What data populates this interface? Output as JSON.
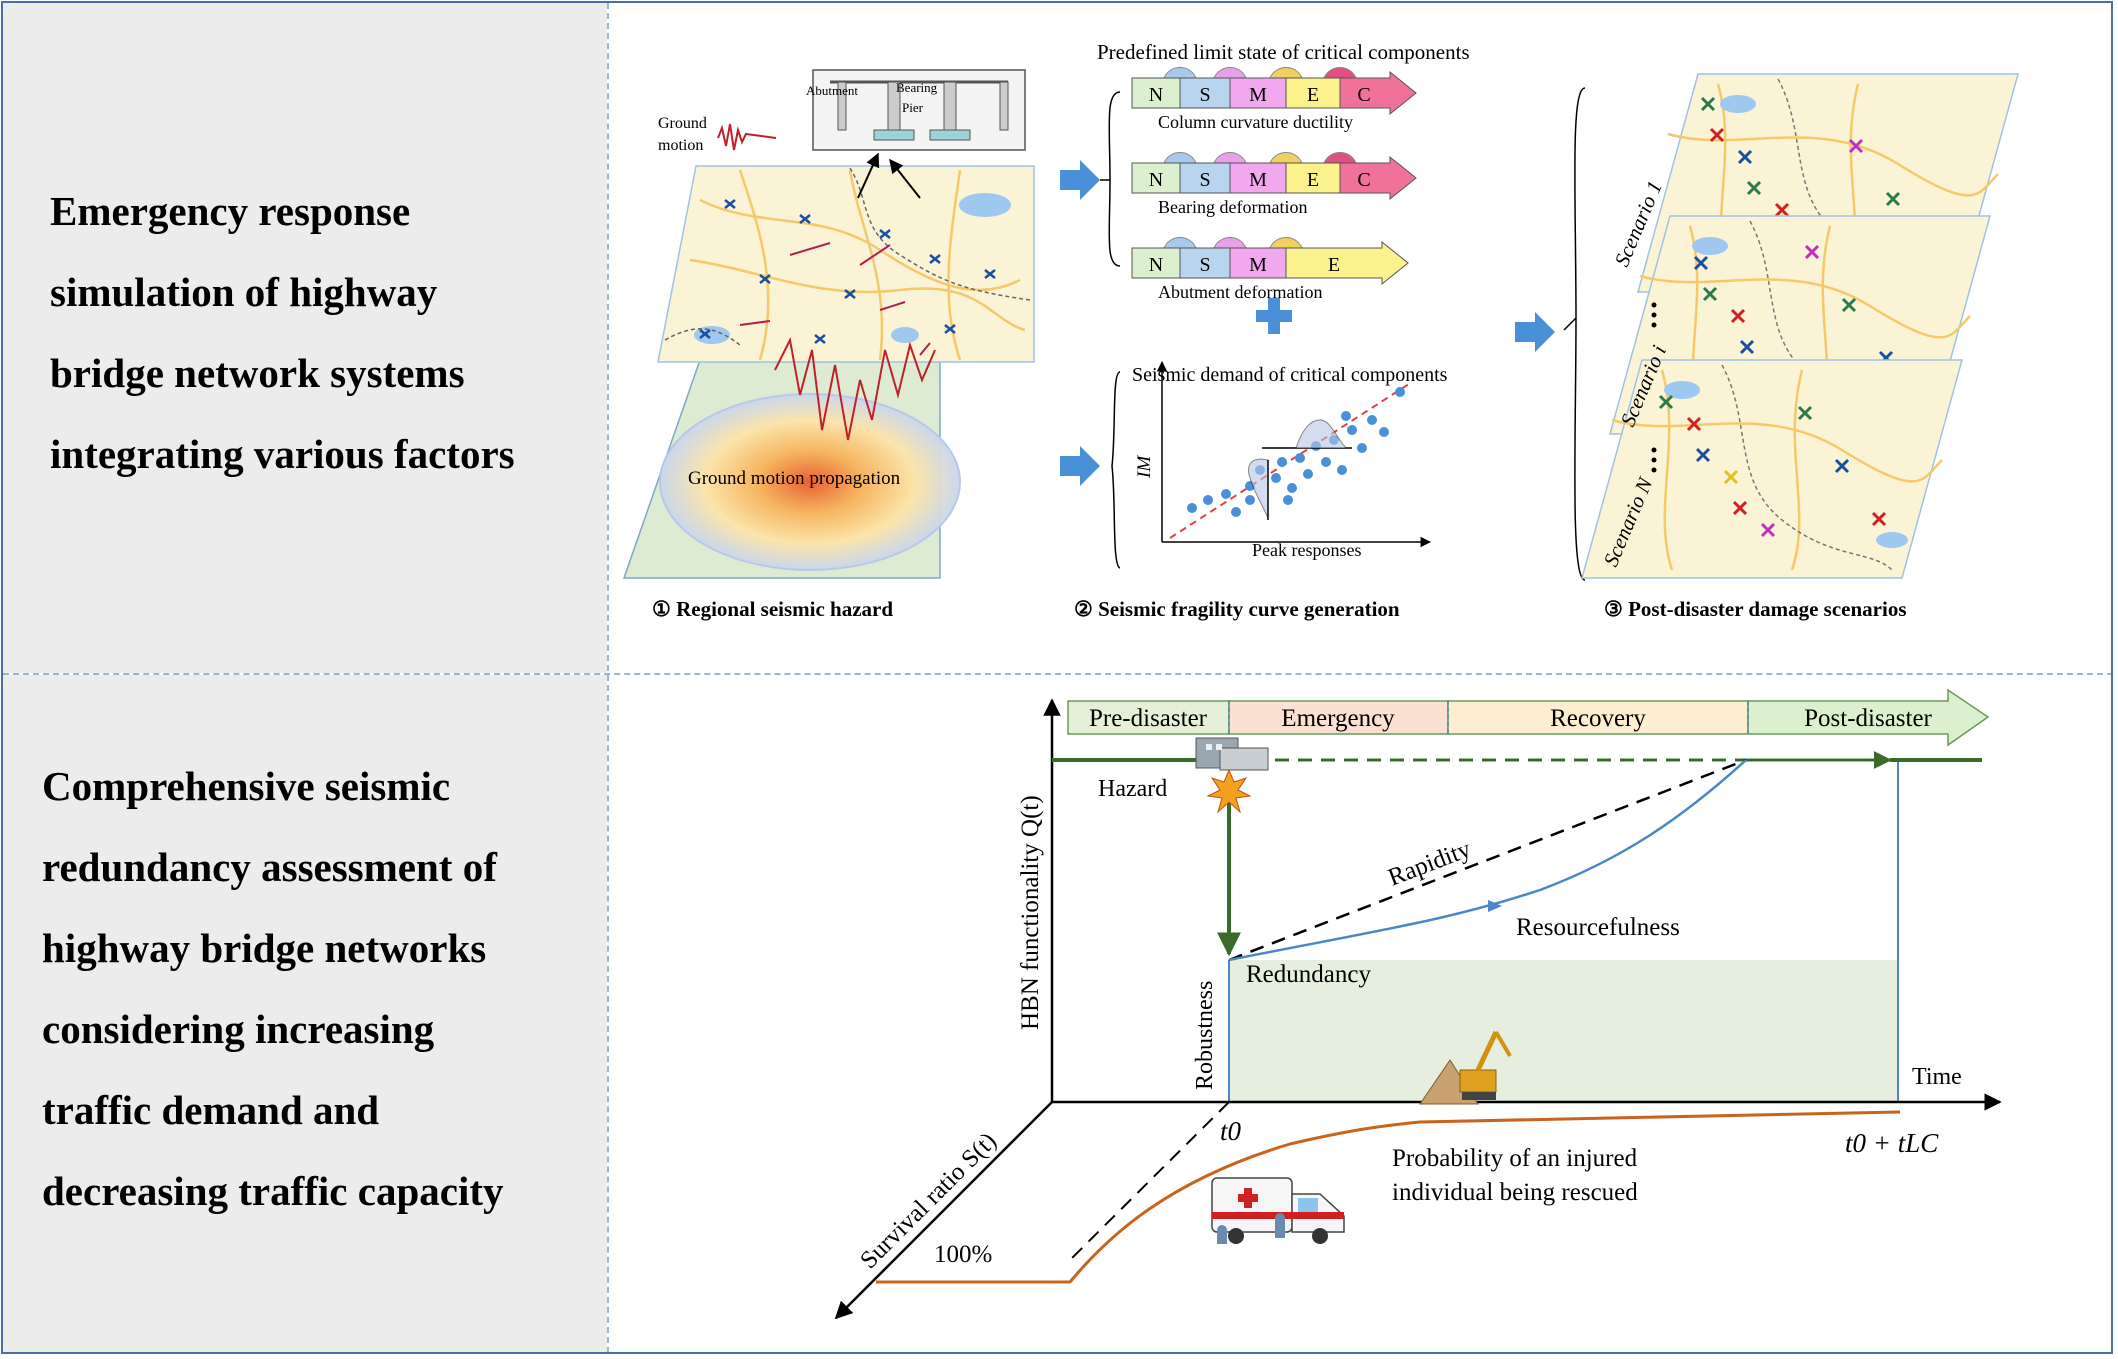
{
  "top_panel": {
    "title_lines": [
      "Emergency response",
      "simulation of highway",
      "bridge network systems",
      "integrating various factors"
    ],
    "hazard": {
      "ground_motion_label_lines": [
        "Ground",
        "motion"
      ],
      "bridge_labels": {
        "abutment": "Abutment",
        "bearing": "Bearing",
        "pier": "Pier"
      },
      "propagation_label": "Ground motion propagation",
      "caption": "① Regional seismic hazard"
    },
    "fragility": {
      "limit_state_title": "Predefined limit state of critical components",
      "arrows": [
        {
          "states": [
            "N",
            "S",
            "M",
            "E",
            "C"
          ],
          "label": "Column curvature ductility"
        },
        {
          "states": [
            "N",
            "S",
            "M",
            "E",
            "C"
          ],
          "label": "Bearing deformation"
        },
        {
          "states": [
            "N",
            "S",
            "M",
            "E"
          ],
          "label": "Abutment deformation"
        }
      ],
      "demand_title": "Seismic demand of critical components",
      "y_axis": "IM",
      "x_axis": "Peak responses",
      "caption": "② Seismic fragility curve generation"
    },
    "scenarios": {
      "labels": [
        "Scenario 1",
        "Scenario i",
        "Scenario N"
      ],
      "caption": "③ Post-disaster damage scenarios"
    }
  },
  "bottom_panel": {
    "title_lines": [
      "Comprehensive seismic",
      "redundancy assessment of",
      "highway bridge networks",
      "considering increasing",
      "traffic demand and",
      "decreasing traffic capacity"
    ],
    "phases": [
      "Pre-disaster",
      "Emergency",
      "Recovery",
      "Post-disaster"
    ],
    "y_axis": "HBN functionality Q(t)",
    "time_label": "Time",
    "hazard_label": "Hazard",
    "robustness_label": "Robustness",
    "redundancy_label": "Redundancy",
    "rapidity_label": "Rapidity",
    "resourcefulness_label": "Resourcefulness",
    "t0_label": "t0",
    "tlc_label": "t0 + tLC",
    "survival_label": "Survival ratio S(t)",
    "percent_label": "100%",
    "rescue_label_lines": [
      "Probability of an injured",
      "individual being rescued"
    ]
  },
  "colors": {
    "frame": "#4a6fa5",
    "left_panel": "#ececec",
    "divider": "#9ab6d6",
    "blue_arrow": "#4a90d9",
    "functionality_line": "#3a6b2a",
    "recovery_curve": "#4a86c8",
    "survival_curve": "#c8641e",
    "green_fill": "#e6efdf",
    "phase_pre": "#e6f0d8",
    "phase_emergency": "#fbe1d2",
    "phase_recovery": "#fdeed0",
    "phase_post": "#dcefcf"
  }
}
